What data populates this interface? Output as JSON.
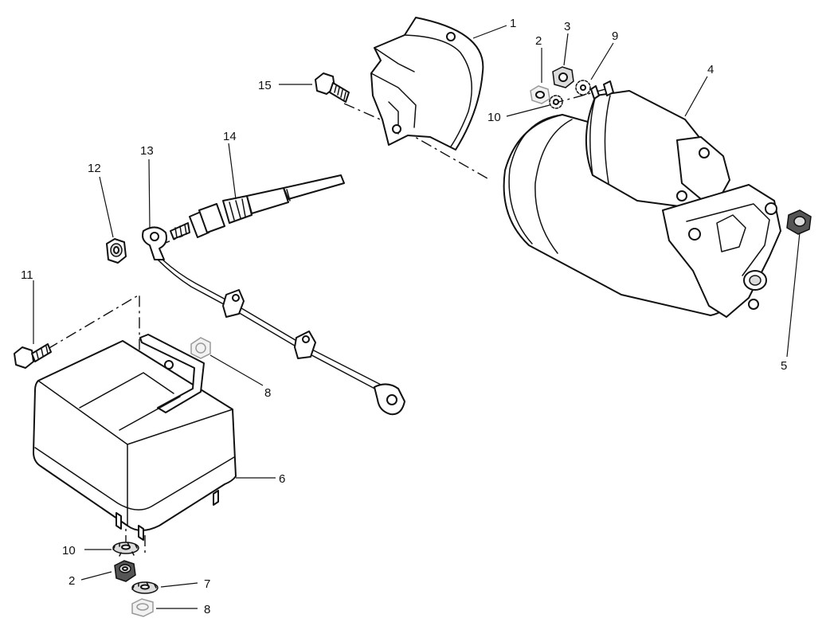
{
  "callouts": {
    "c1": "1",
    "c2a": "2",
    "c2b": "2",
    "c3": "3",
    "c4": "4",
    "c5": "5",
    "c6": "6",
    "c7": "7",
    "c8a": "8",
    "c8b": "8",
    "c9": "9",
    "c10a": "10",
    "c10b": "10",
    "c11": "11",
    "c12": "12",
    "c13": "13",
    "c14": "14",
    "c15": "15"
  },
  "colors": {
    "line": "#111111",
    "background": "#ffffff",
    "metal_shade": "#dcdcdc"
  }
}
